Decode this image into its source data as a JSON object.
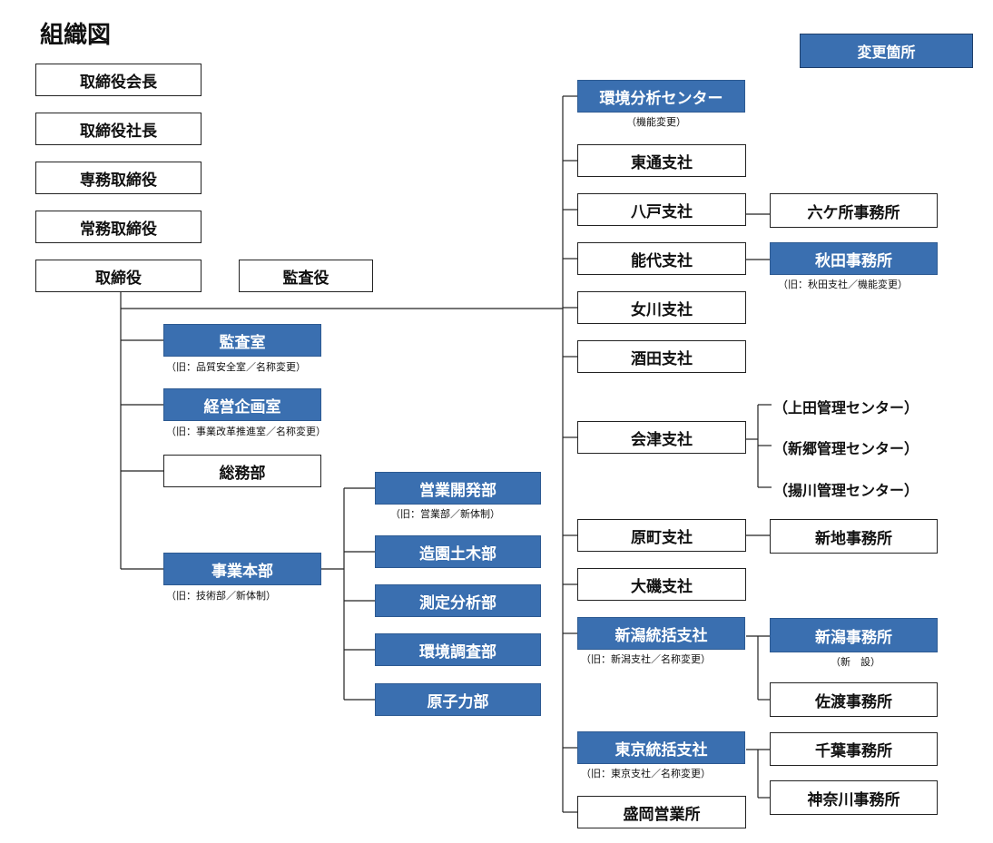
{
  "title": "組織図",
  "legend_label": "変更箇所",
  "colors": {
    "changed": "#3a6fb0",
    "normal": "#ffffff",
    "line": "#222222"
  },
  "leadership": [
    "取締役会長",
    "取締役社長",
    "専務取締役",
    "常務取締役",
    "取締役",
    "監査役"
  ],
  "left_units": [
    {
      "label": "監査室",
      "note": "（旧：品質安全室／名称変更）"
    },
    {
      "label": "経営企画室",
      "note": "（旧：事業改革推進室／名称変更）"
    },
    {
      "label": "総務部"
    },
    {
      "label": "事業本部",
      "note": "（旧：技術部／新体制）"
    }
  ],
  "departments": [
    {
      "label": "営業開発部",
      "note": "（旧：営業部／新体制）"
    },
    {
      "label": "造園土木部"
    },
    {
      "label": "測定分析部"
    },
    {
      "label": "環境調査部"
    },
    {
      "label": "原子力部"
    }
  ],
  "branches": [
    {
      "label": "環境分析センター",
      "note": "（機能変更）"
    },
    {
      "label": "東通支社"
    },
    {
      "label": "八戸支社"
    },
    {
      "label": "能代支社"
    },
    {
      "label": "女川支社"
    },
    {
      "label": "酒田支社"
    },
    {
      "label": "会津支社"
    },
    {
      "label": "原町支社"
    },
    {
      "label": "大磯支社"
    },
    {
      "label": "新潟統括支社",
      "note": "（旧：新潟支社／名称変更）"
    },
    {
      "label": "東京統括支社",
      "note": "（旧：東京支社／名称変更）"
    },
    {
      "label": "盛岡営業所"
    }
  ],
  "offices": [
    {
      "label": "六ケ所事務所"
    },
    {
      "label": "秋田事務所",
      "note": "（旧：秋田支社／機能変更）"
    },
    {
      "label": "（上田管理センター）"
    },
    {
      "label": "（新郷管理センター）"
    },
    {
      "label": "（揚川管理センター）"
    },
    {
      "label": "新地事務所"
    },
    {
      "label": "新潟事務所",
      "note": "（新　設）"
    },
    {
      "label": "佐渡事務所"
    },
    {
      "label": "千葉事務所"
    },
    {
      "label": "神奈川事務所"
    }
  ]
}
